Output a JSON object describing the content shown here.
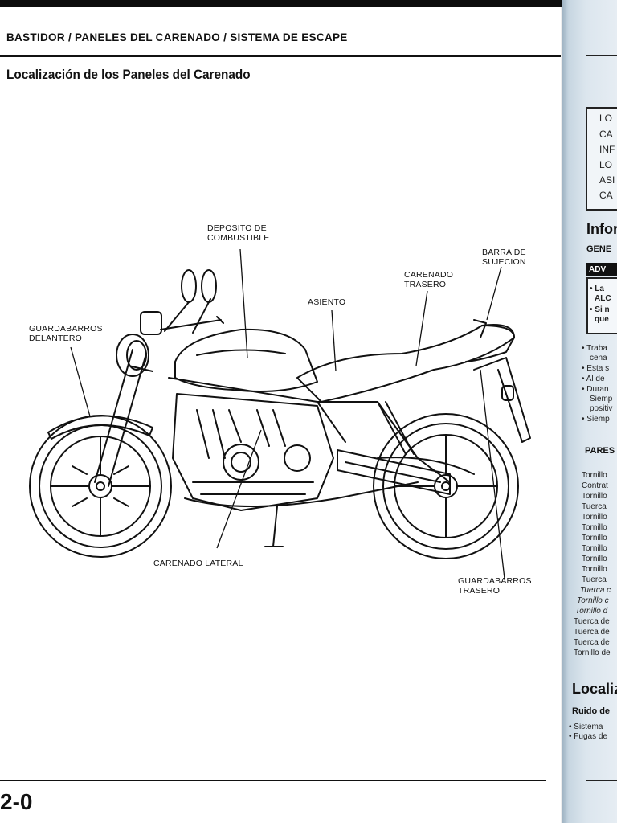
{
  "header": {
    "section_title": "BASTIDOR / PANELES DEL CARENADO / SISTEMA DE ESCAPE",
    "subtitle": "Localización de los Paneles del Carenado"
  },
  "labels": {
    "deposito": [
      "DEPOSITO DE",
      "COMBUSTIBLE"
    ],
    "barra": [
      "BARRA DE",
      "SUJECION"
    ],
    "carenado_trasero": [
      "CARENADO",
      "TRASERO"
    ],
    "asiento": [
      "ASIENTO"
    ],
    "guardabarros_delantero": [
      "GUARDABARROS",
      "DELANTERO"
    ],
    "carenado_lateral": [
      "CARENADO LATERAL"
    ],
    "guardabarros_trasero": [
      "GUARDABARROS",
      "TRASERO"
    ]
  },
  "footer": {
    "page_number": "2-0"
  },
  "bleed_page": {
    "box_lines": [
      "LO",
      "CA",
      "INF",
      "LO",
      "ASI",
      "CA"
    ],
    "heading_1": "Infor",
    "sub_1": "GENE",
    "adv": "ADV",
    "warn_lines": [
      "• La",
      "ALC",
      "• Si n",
      "que"
    ],
    "bullets": [
      "• Traba",
      "cena",
      "• Esta s",
      "• Al de",
      "• Duran",
      "Siemp",
      "positiv",
      "• Siemp"
    ],
    "sub_2": "PARES",
    "torque_rows": [
      "Tornillo",
      "Contrat",
      "Tornillo",
      "Tuerca",
      "Tornillo",
      "Tornillo",
      "Tornillo",
      "Tornillo",
      "Tornillo",
      "Tornillo",
      "Tuerca",
      "Tuerca c",
      "Tornillo c",
      "Tornillo d",
      "Tuerca de",
      "Tuerca de",
      "Tuerca de",
      "Tornillo de"
    ],
    "heading_2": "Localiz",
    "sub_3": "Ruido de",
    "bullets_2": [
      "• Sistema",
      "• Fugas de"
    ]
  }
}
